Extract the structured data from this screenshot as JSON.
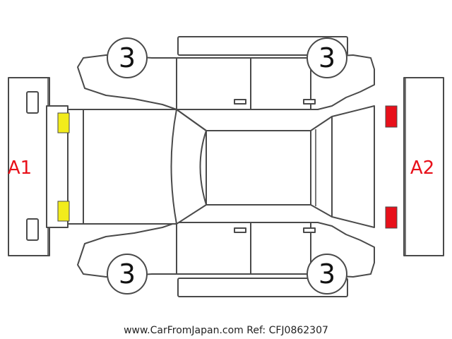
{
  "diagram": {
    "side_labels": {
      "left": "A1",
      "right": "A2"
    },
    "wheel_codes": {
      "front_left": "3",
      "front_right": "3",
      "rear_left": "3",
      "rear_right": "3"
    },
    "watermark": "www.CarFromJapan.com Ref: CFJ0862307",
    "colors": {
      "outline": "#4a4a4a",
      "side_label": "#e8101a",
      "marker_left": "#f2ec1c",
      "marker_right": "#e8101a"
    }
  }
}
